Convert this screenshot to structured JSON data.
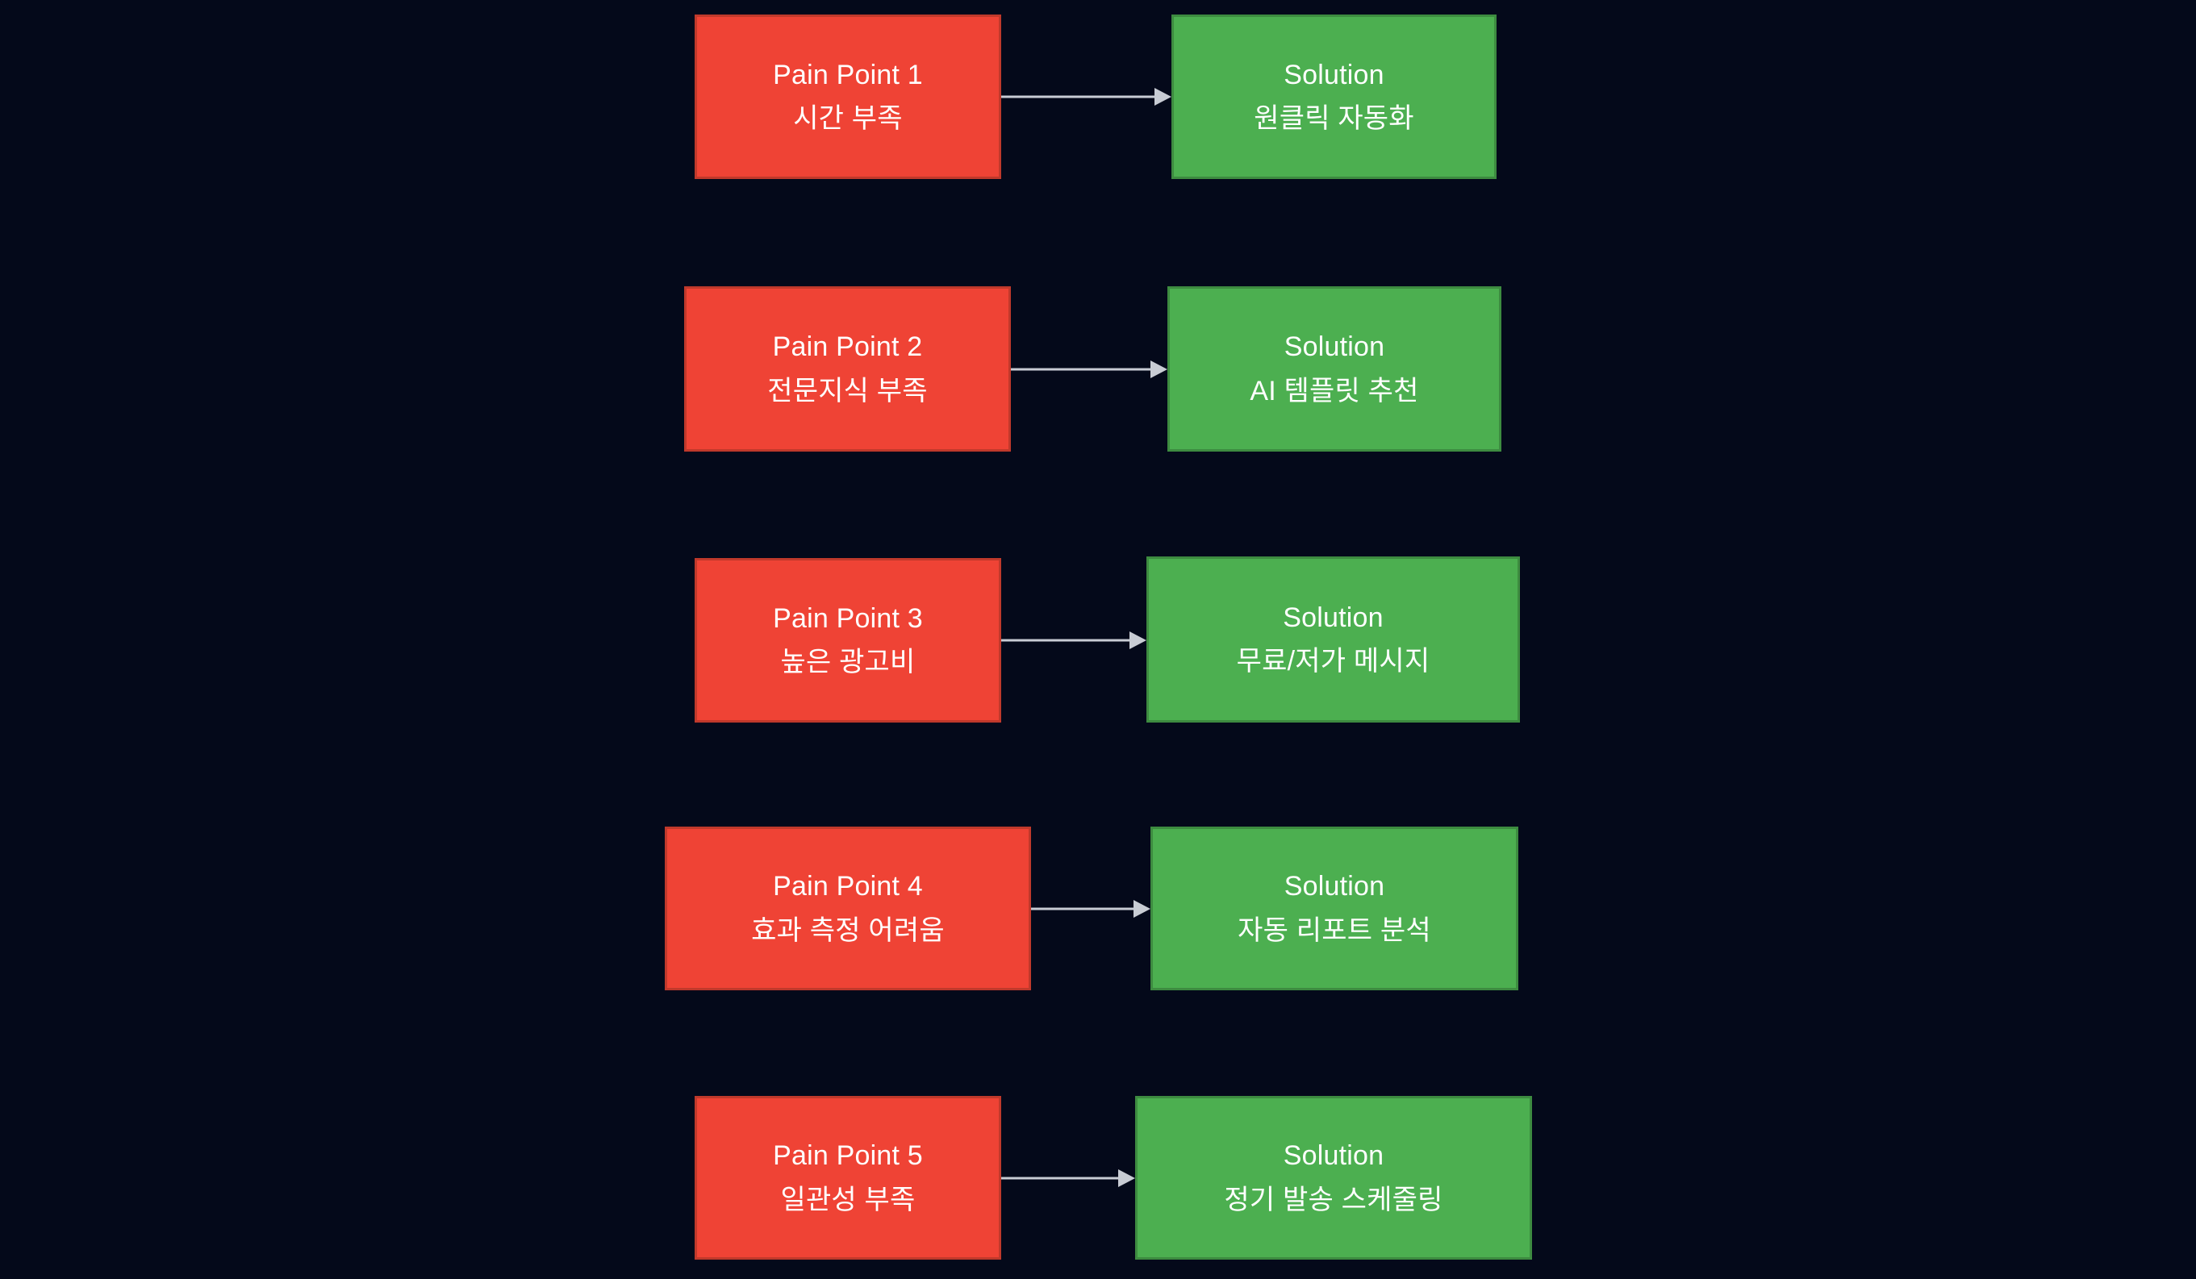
{
  "diagram": {
    "type": "flowchart",
    "orientation": "left-to-right",
    "background_color": "#04091a",
    "pain_color": "#ef4335",
    "pain_border_color": "#c0392b",
    "solution_color": "#4caf50",
    "solution_border_color": "#3d8b40",
    "edge_color": "#c8ccd4",
    "text_color": "#ffffff",
    "rows": [
      {
        "pain": {
          "title": "Pain Point 1",
          "detail": "시간 부족"
        },
        "solution": {
          "title": "Solution",
          "detail": "원클릭 자동화"
        },
        "edge": {
          "label": ""
        }
      },
      {
        "pain": {
          "title": "Pain Point 2",
          "detail": "전문지식 부족"
        },
        "solution": {
          "title": "Solution",
          "detail": "AI 템플릿 추천"
        },
        "edge": {
          "label": ""
        }
      },
      {
        "pain": {
          "title": "Pain Point 3",
          "detail": "높은 광고비"
        },
        "solution": {
          "title": "Solution",
          "detail": "무료/저가 메시지"
        },
        "edge": {
          "label": ""
        }
      },
      {
        "pain": {
          "title": "Pain Point 4",
          "detail": "효과 측정 어려움"
        },
        "solution": {
          "title": "Solution",
          "detail": "자동 리포트 분석"
        },
        "edge": {
          "label": ""
        }
      },
      {
        "pain": {
          "title": "Pain Point 5",
          "detail": "일관성 부족"
        },
        "solution": {
          "title": "Solution",
          "detail": "정기 발송 스케줄링"
        },
        "edge": {
          "label": ""
        }
      }
    ]
  }
}
